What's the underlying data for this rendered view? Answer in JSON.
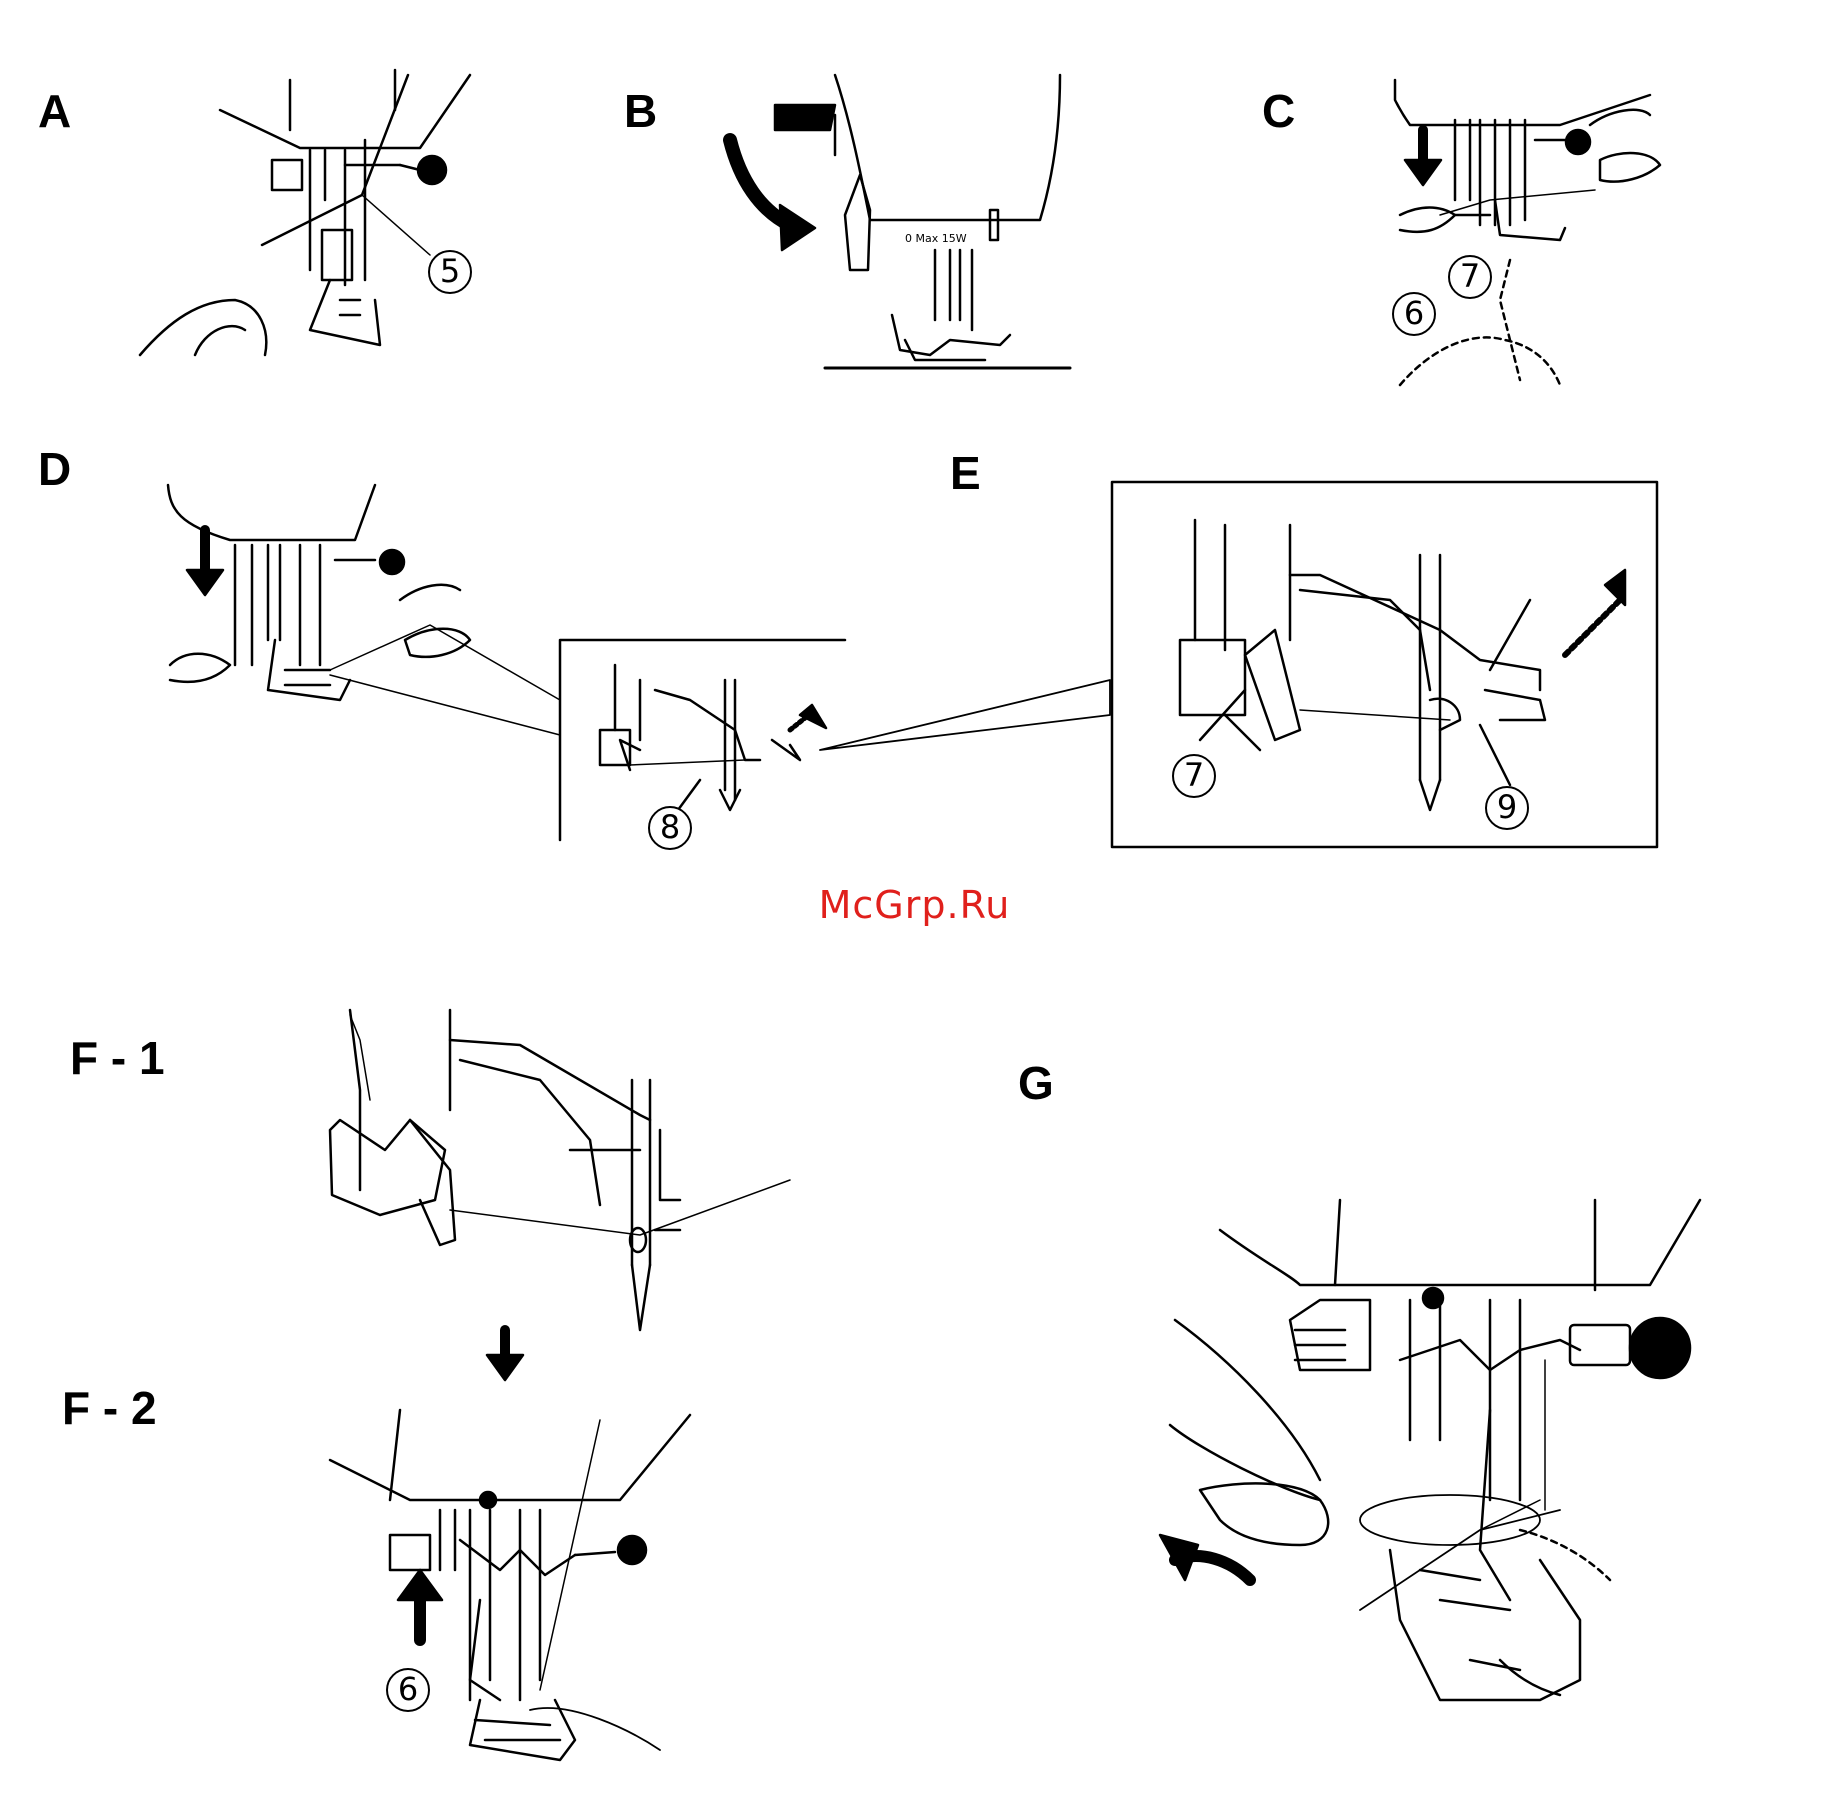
{
  "panels": {
    "a": {
      "label": "A"
    },
    "b": {
      "label": "B",
      "dial_text": "0  Max 15W"
    },
    "c": {
      "label": "C"
    },
    "d": {
      "label": "D"
    },
    "e": {
      "label": "E"
    },
    "f1": {
      "label": "F - 1"
    },
    "f2": {
      "label": "F - 2"
    },
    "g": {
      "label": "G"
    }
  },
  "callouts": {
    "c5": "5",
    "c6_panel_c": "6",
    "c7_panel_c": "7",
    "c8": "8",
    "c7_panel_e": "7",
    "c9": "9",
    "c6_panel_f2": "6"
  },
  "watermark": {
    "text": "McGrp.Ru",
    "color": "#e0201c"
  },
  "colors": {
    "ink": "#000000",
    "paper": "#ffffff"
  }
}
